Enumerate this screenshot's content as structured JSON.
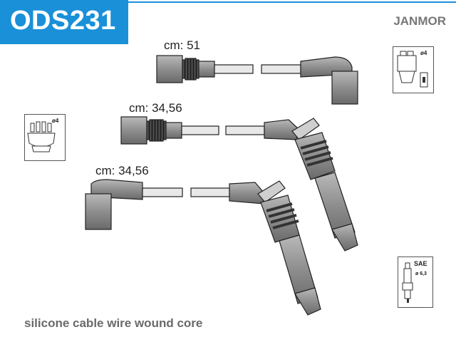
{
  "header": {
    "code": "ODS231",
    "brand": "JANMOR",
    "accent_color": "#1a90d8"
  },
  "cables": [
    {
      "label": "cm: 51"
    },
    {
      "label": "cm: 34,56"
    },
    {
      "label": "cm: 34,56"
    }
  ],
  "pictograms": {
    "coil_diameter": "ø4",
    "distributor_diameter": "ø4",
    "plug_standard": "SAE",
    "plug_size": "ø 6,3"
  },
  "footer": {
    "description": "silicone cable wire wound core"
  },
  "icons": [
    "ignition-coil-icon",
    "distributor-cap-icon",
    "spark-plug-icon"
  ]
}
